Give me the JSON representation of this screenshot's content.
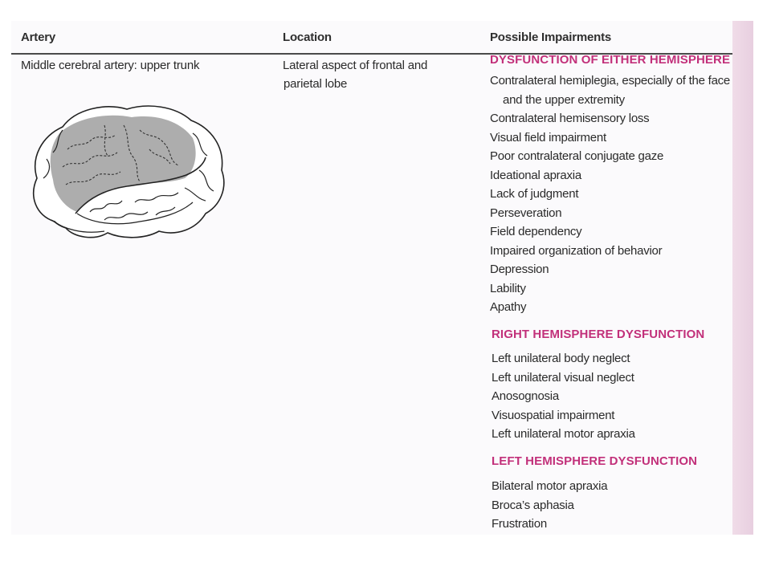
{
  "table": {
    "headers": {
      "artery": "Artery",
      "location": "Location",
      "impairments": "Possible Impairments"
    },
    "artery": "Middle cerebral artery: upper trunk",
    "location": [
      "Lateral aspect of frontal and",
      "parietal lobe"
    ],
    "sections": [
      {
        "title": "DYSFUNCTION OF EITHER HEMISPHERE",
        "items": [
          "Contralateral hemiplegia, especially of the face",
          "and the upper extremity",
          "Contralateral hemisensory loss",
          "Visual field impairment",
          "Poor contralateral conjugate gaze",
          "Ideational apraxia",
          "Lack of judgment",
          "Perseveration",
          "Field dependency",
          "Impaired organization of behavior",
          "Depression",
          "Lability",
          "Apathy"
        ]
      },
      {
        "title": "RIGHT HEMISPHERE DYSFUNCTION",
        "items": [
          "Left unilateral body neglect",
          "Left unilateral visual neglect",
          "Anosognosia",
          "Visuospatial impairment",
          "Left unilateral motor apraxia"
        ]
      },
      {
        "title": "LEFT HEMISPHERE DYSFUNCTION",
        "items": [
          "Bilateral motor apraxia",
          "Broca’s aphasia",
          "Frustration"
        ]
      }
    ]
  },
  "colors": {
    "section_title": "#c2307a",
    "text": "#2a2a2a",
    "shaded_region": "#a9a9a9"
  },
  "icons": {
    "brain": "brain-lateral-view-icon"
  }
}
